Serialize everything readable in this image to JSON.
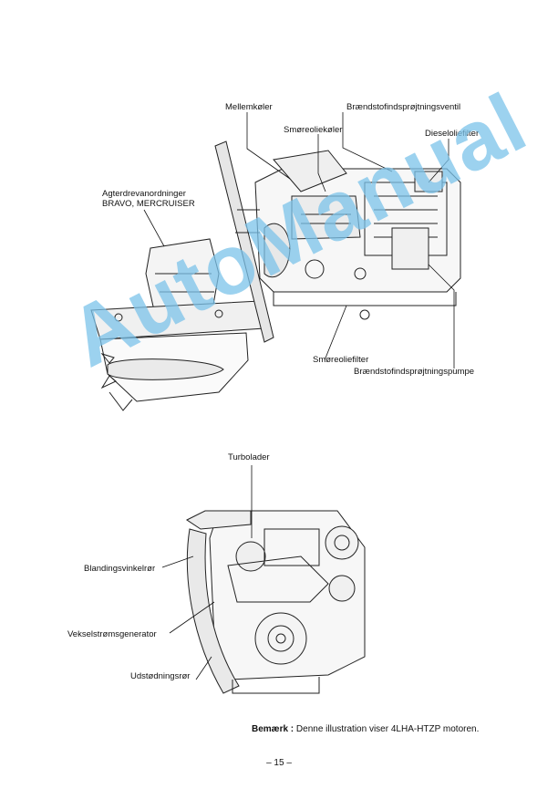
{
  "labels": {
    "mellemkoler": "Mellemkøler",
    "braendstofventil": "Brændstofindsprøjtningsventil",
    "smoreoliekoler": "Smøreoliekøler",
    "dieseloliefilter": "Dieseloliefilter",
    "agterdrev1": "Agterdrevanordninger",
    "agterdrev2": "BRAVO, MERCRUISER",
    "smoreoliefilter": "Smøreoliefilter",
    "braendstofpumpe": "Brændstofindsprøjtningspumpe",
    "turbolader": "Turbolader",
    "blandingsvinkelror": "Blandingsvinkelrør",
    "vekselstromsgenerator": "Vekselstrømsgenerator",
    "udstodningsror": "Udstødningsrør"
  },
  "note": {
    "prefix": "Bemærk :",
    "text": " Denne illustration viser 4LHA-HTZP motoren."
  },
  "page_number": "– 15 –",
  "watermark": "AutoManual"
}
